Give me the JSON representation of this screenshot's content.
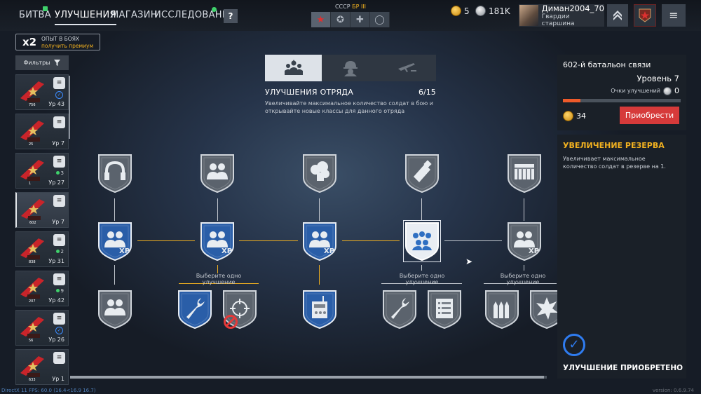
{
  "nav": {
    "battle": "БИТВА",
    "upgrades": "УЛУЧШЕНИЯ",
    "shop": "МАГАЗИН",
    "research": "ИССЛЕДОВАНИЯ",
    "help": "?"
  },
  "nation": {
    "name": "СССР",
    "br": "БР III"
  },
  "currency": {
    "gold": "5",
    "silver": "181K"
  },
  "profile": {
    "name": "Диман2004_70",
    "rank": "Гвардии старшина"
  },
  "bonus": {
    "multiplier": "x2",
    "line1": "ОПЫТ В БОЯХ",
    "line2": "получить премиум"
  },
  "filters_label": "Фильтры",
  "squads": [
    {
      "lvl": "Ур 43",
      "num": "756",
      "check": true
    },
    {
      "lvl": "Ур 7",
      "num": "25",
      "check": false
    },
    {
      "lvl": "Ур 27",
      "num": "1",
      "count": "3"
    },
    {
      "lvl": "Ур 7",
      "num": "602",
      "sel": true
    },
    {
      "lvl": "Ур 31",
      "num": "838",
      "count": "2"
    },
    {
      "lvl": "Ур 42",
      "num": "207",
      "count": "9"
    },
    {
      "lvl": "Ур 26",
      "num": "56",
      "check": true
    },
    {
      "lvl": "Ур 1",
      "num": "633"
    }
  ],
  "section": {
    "title": "УЛУЧШЕНИЯ ОТРЯДА",
    "count": "6/15",
    "desc": "Увеличивайте максимальное количество солдат в бою и открывайте новые классы для данного отряда"
  },
  "pick_label": "Выберите одно улучшение",
  "panel": {
    "title": "602-й батальон связи",
    "level": "Уровень 7",
    "points_label": "Очки улучшений",
    "points": "0",
    "progress": 0.15,
    "gold": "34",
    "buy": "Приобрести"
  },
  "detail": {
    "title": "УВЕЛИЧЕНИЕ РЕЗЕРВА",
    "desc": "Увеличивает максимальное количество солдат в резерве на 1.",
    "status": "УЛУЧШЕНИЕ ПРИОБРЕТЕНО"
  },
  "fps": "DirectX 11 FPS: 60.0 (16.4<16.9 16.7)",
  "version": "version: 0.6.9.74"
}
